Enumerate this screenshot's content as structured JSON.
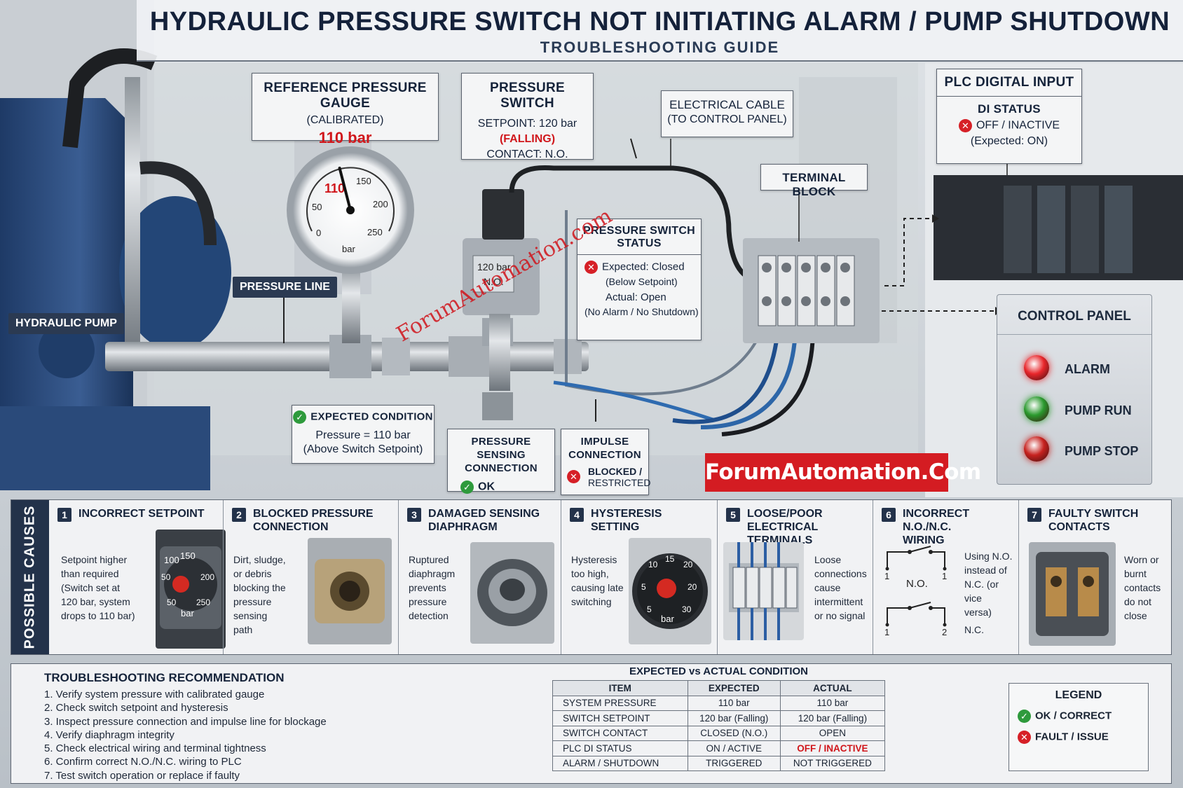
{
  "title": "HYDRAULIC PRESSURE SWITCH NOT INITIATING ALARM / PUMP SHUTDOWN",
  "subtitle": "TROUBLESHOOTING GUIDE",
  "gauge_box": {
    "title": "REFERENCE PRESSURE GAUGE",
    "sub": "(CALIBRATED)",
    "value": "110 bar"
  },
  "gauge_dial": {
    "ticks": [
      "0",
      "50",
      "110",
      "150",
      "200",
      "250"
    ],
    "unit": "bar",
    "reading": 110
  },
  "switch_box": {
    "title": "PRESSURE SWITCH",
    "setpoint": "SETPOINT: 120 bar",
    "mode": "(FALLING)",
    "contact": "CONTACT: N.O."
  },
  "switch_label": {
    "line1": "120 bar",
    "line2": "N.O."
  },
  "cable_box": {
    "line1": "ELECTRICAL CABLE",
    "line2": "(TO CONTROL PANEL)"
  },
  "terminal_box": "TERMINAL BLOCK",
  "plc_box": {
    "title": "PLC DIGITAL INPUT",
    "status_title": "DI STATUS",
    "status": "OFF / INACTIVE",
    "expected": "(Expected: ON)"
  },
  "status_box": {
    "title_l1": "PRESSURE SWITCH",
    "title_l2": "STATUS",
    "expected": "Expected: Closed",
    "expected_note": "(Below Setpoint)",
    "actual": "Actual: Open",
    "actual_note": "(No Alarm / No Shutdown)"
  },
  "labels": {
    "pressure_line": "PRESSURE LINE",
    "hydraulic_pump": "HYDRAULIC PUMP"
  },
  "expected_box": {
    "title": "EXPECTED CONDITION",
    "line1": "Pressure = 110 bar",
    "line2": "(Above Switch Setpoint)"
  },
  "sensing_box": {
    "title_l1": "PRESSURE SENSING",
    "title_l2": "CONNECTION",
    "status": "OK"
  },
  "impulse_box": {
    "title_l1": "IMPULSE",
    "title_l2": "CONNECTION",
    "status_l1": "BLOCKED /",
    "status_l2": "RESTRICTED"
  },
  "control_panel": {
    "title": "CONTROL PANEL",
    "lamps": [
      "ALARM",
      "PUMP RUN",
      "PUMP STOP"
    ],
    "lamp_colors": [
      "#e8262b",
      "#2a9a2e",
      "#c7221f"
    ]
  },
  "brand": "ForumAutomation.Com",
  "watermark": "ForumAutomation.com",
  "possible_causes": "POSSIBLE CAUSES",
  "causes": [
    {
      "num": "1",
      "title_l1": "INCORRECT SETPOINT",
      "title_l2": "",
      "desc": [
        "Setpoint higher",
        "than required",
        "(Switch set at",
        "120 bar, system",
        "drops to 110 bar)"
      ],
      "img_text": [
        "100",
        "150",
        "50",
        "200",
        "50",
        "250",
        "bar"
      ]
    },
    {
      "num": "2",
      "title_l1": "BLOCKED PRESSURE",
      "title_l2": "CONNECTION",
      "desc": [
        "Dirt, sludge,",
        "or debris",
        "blocking the",
        "pressure",
        "sensing",
        "path"
      ]
    },
    {
      "num": "3",
      "title_l1": "DAMAGED SENSING",
      "title_l2": "DIAPHRAGM",
      "desc": [
        "Ruptured",
        "diaphragm",
        "prevents",
        "pressure",
        "detection"
      ]
    },
    {
      "num": "4",
      "title_l1": "HYSTERESIS",
      "title_l2": "SETTING",
      "desc": [
        "Hysteresis",
        "too high,",
        "causing late",
        "switching"
      ],
      "img_text": [
        "10",
        "15",
        "20",
        "5",
        "20",
        "5",
        "30",
        "bar"
      ]
    },
    {
      "num": "5",
      "title_l1": "LOOSE/POOR",
      "title_l2": "ELECTRICAL TERMINALS",
      "desc": [
        "Loose",
        "connections",
        "cause",
        "intermittent",
        "or no signal"
      ]
    },
    {
      "num": "6",
      "title_l1": "INCORRECT N.O./N.C.",
      "title_l2": "WIRING",
      "desc": [
        "Using N.O.",
        "instead of",
        "N.C. (or vice",
        "versa)"
      ],
      "img_text": {
        "no": "N.O.",
        "nc": "N.C.",
        "t1": "1",
        "t2": "1",
        "t3": "1",
        "t4": "2"
      }
    },
    {
      "num": "7",
      "title_l1": "FAULTY SWITCH",
      "title_l2": "CONTACTS",
      "desc": [
        "Worn or",
        "burnt",
        "contacts",
        "do not",
        "close"
      ]
    }
  ],
  "recommendation": {
    "title": "TROUBLESHOOTING RECOMMENDATION",
    "items": [
      "1.  Verify system pressure with calibrated gauge",
      "2.  Check switch setpoint and hysteresis",
      "3.  Inspect pressure connection and impulse line for blockage",
      "4.  Verify diaphragm integrity",
      "5.  Check electrical wiring and terminal tightness",
      "6.  Confirm correct N.O./N.C. wiring to PLC",
      "7.  Test switch operation or replace if faulty"
    ]
  },
  "comparison": {
    "title": "EXPECTED vs ACTUAL CONDITION",
    "headers": [
      "ITEM",
      "EXPECTED",
      "ACTUAL"
    ],
    "rows": [
      [
        "SYSTEM PRESSURE",
        "110 bar",
        "110 bar"
      ],
      [
        "SWITCH SETPOINT",
        "120 bar (Falling)",
        "120 bar (Falling)"
      ],
      [
        "SWITCH CONTACT",
        "CLOSED (N.O.)",
        "OPEN"
      ],
      [
        "PLC DI STATUS",
        "ON / ACTIVE",
        "OFF / INACTIVE"
      ],
      [
        "ALARM / SHUTDOWN",
        "TRIGGERED",
        "NOT TRIGGERED"
      ]
    ]
  },
  "legend": {
    "title": "LEGEND",
    "ok": "OK / CORRECT",
    "fault": "FAULT / ISSUE"
  },
  "colors": {
    "navy": "#23324a",
    "ok": "#2e9a3c",
    "fault": "#d62027",
    "brand": "#d41c22"
  }
}
